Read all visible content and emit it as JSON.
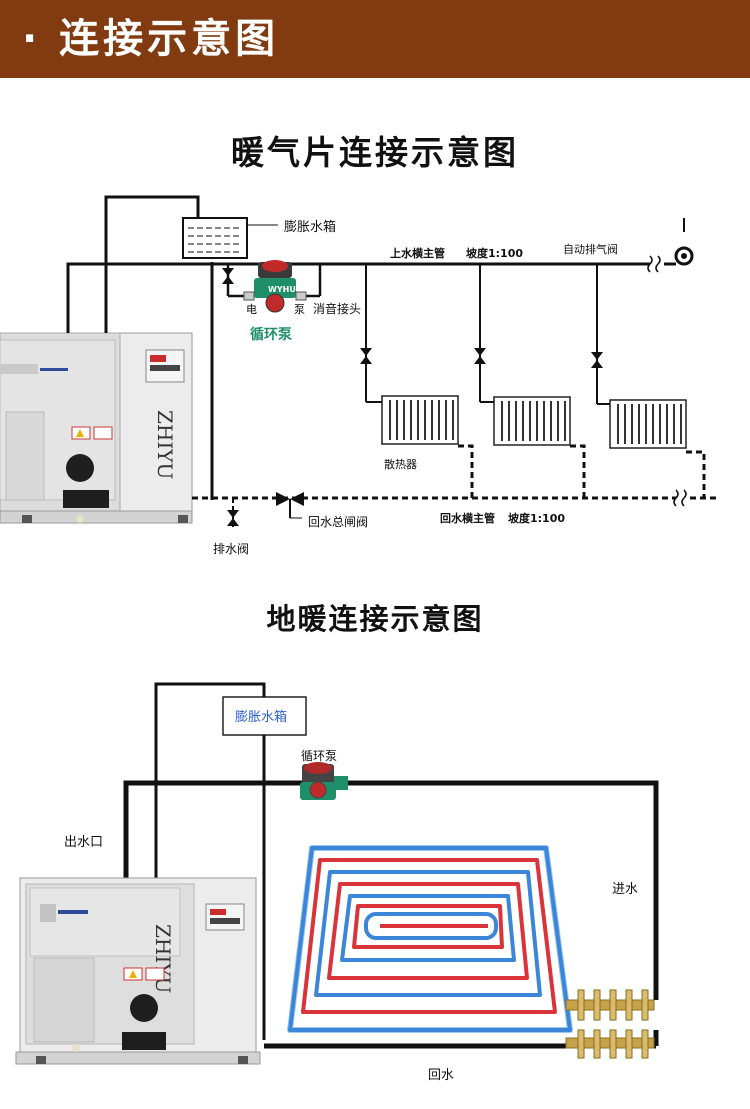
{
  "header": {
    "title": "· 连接示意图"
  },
  "radiator_diagram": {
    "title": "暖气片连接示意图",
    "labels": {
      "expansion_tank": "膨胀水箱",
      "supply_main": "上水横主管",
      "slope_top": "坡度1:100",
      "auto_vent": "自动排气阀",
      "pump_brand": "WYHU",
      "electric_pump": "电",
      "pump_suffix": "泵",
      "silencer_joint": "消音接头",
      "circulation_pump": "循环泵",
      "radiator": "散热器",
      "return_valve": "回水总闸阀",
      "return_main": "回水横主管",
      "slope_bottom": "坡度1:100",
      "drain_valve": "排水阀"
    },
    "boiler_brand": "ZHIYU"
  },
  "floor_diagram": {
    "title": "地暖连接示意图",
    "labels": {
      "expansion_tank": "膨胀水箱",
      "circulation_pump": "循环泵",
      "outlet": "出水口",
      "inlet": "进水",
      "return": "回水"
    },
    "boiler_brand": "ZHIYU"
  },
  "colors": {
    "header_bg": "#823b10",
    "pump_green": "#1f8f6a",
    "pipe_blue": "#3b86d8",
    "pipe_red": "#d8343a",
    "tank_text_blue": "#2a5fd0"
  }
}
